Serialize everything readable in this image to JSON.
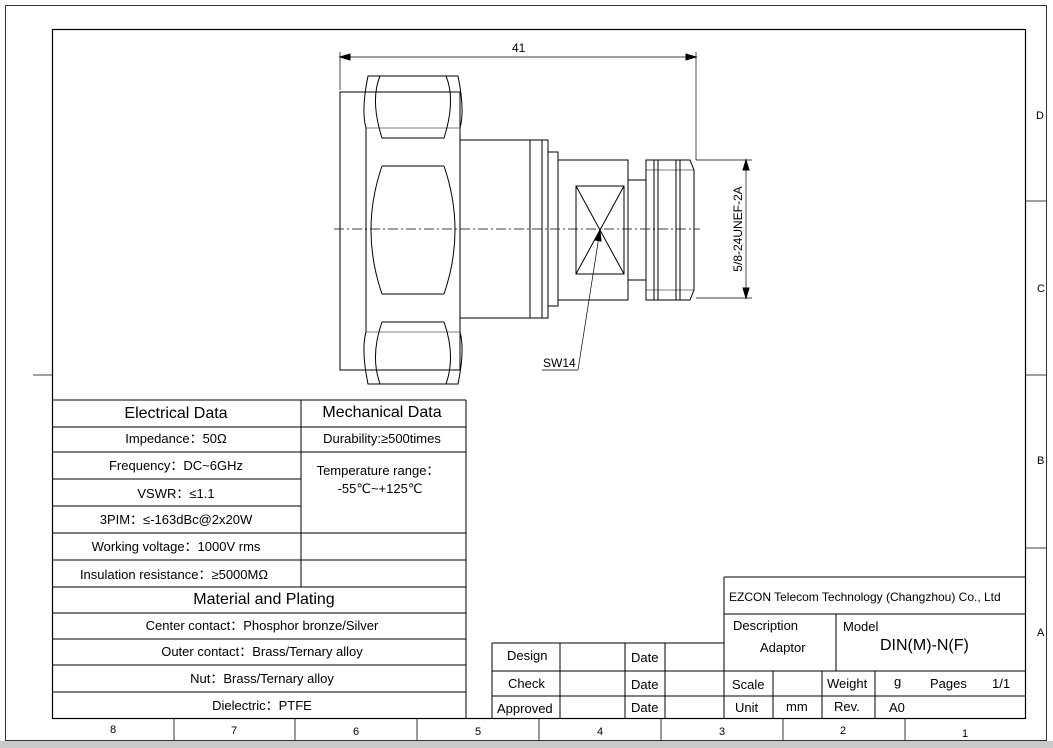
{
  "drawing": {
    "dim_length": "41",
    "dim_thread": "5/8-24UNEF-2A",
    "dim_wrench": "SW14"
  },
  "zones": {
    "rows": [
      "D",
      "C",
      "B",
      "A"
    ],
    "columns": [
      "8",
      "7",
      "6",
      "5",
      "4",
      "3",
      "2",
      "1"
    ]
  },
  "electrical": {
    "title": "Electrical Data",
    "items": [
      "Impedance：50Ω",
      "Frequency：DC~6GHz",
      "VSWR：≤1.1",
      "3PIM：≤-163dBc@2x20W",
      "Working voltage：1000V rms",
      "Insulation resistance：≥5000MΩ"
    ]
  },
  "mechanical": {
    "title": "Mechanical Data",
    "durability": "Durability:≥500times",
    "temp_label": "Temperature range：",
    "temp_value": "-55℃~+125℃"
  },
  "material": {
    "title": "Material and Plating",
    "items": [
      "Center contact：Phosphor bronze/Silver",
      "Outer contact：Brass/Ternary alloy",
      "Nut：Brass/Ternary alloy",
      "Dielectric：PTFE"
    ]
  },
  "approval": {
    "design": "Design",
    "check": "Check",
    "approved": "Approved",
    "date": "Date"
  },
  "title_block": {
    "company": "EZCON Telecom Technology (Changzhou) Co., Ltd",
    "description_label": "Description",
    "description_value": "Adaptor",
    "model_label": "Model",
    "model_value": "DIN(M)-N(F)",
    "scale_label": "Scale",
    "weight_label": "Weight",
    "weight_unit": "g",
    "pages_label": "Pages",
    "pages_value": "1/1",
    "unit_label": "Unit",
    "unit_value": "mm",
    "rev_label": "Rev.",
    "rev_value": "A0"
  }
}
